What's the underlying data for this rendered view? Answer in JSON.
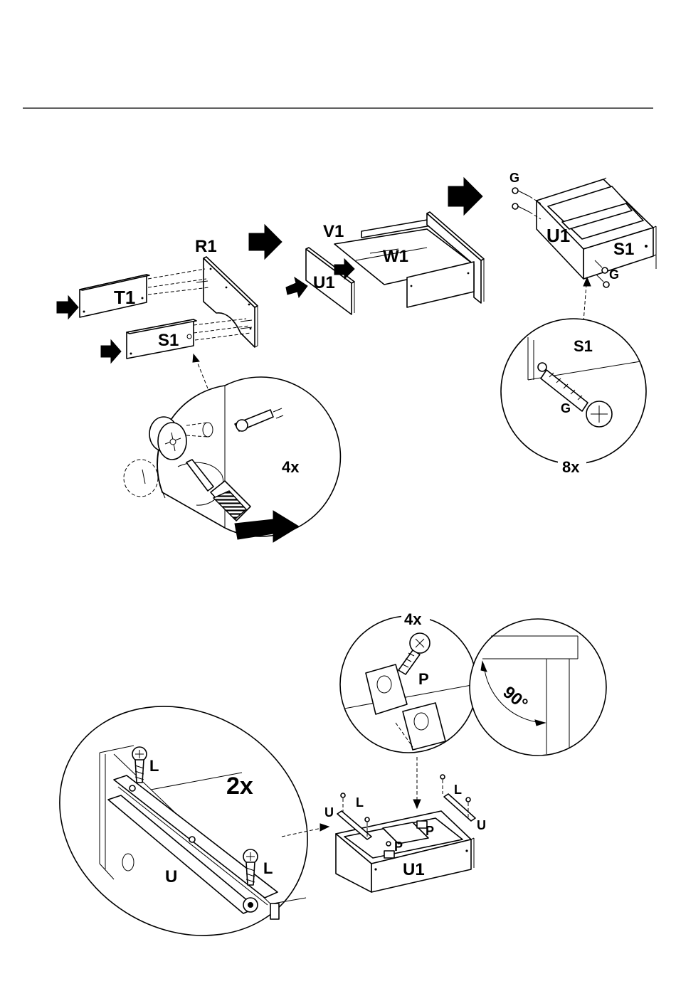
{
  "labels": {
    "r1": "R1",
    "t1": "T1",
    "s1_left": "S1",
    "count_4x_top": "4x",
    "v1": "V1",
    "w1": "W1",
    "u1_mid": "U1",
    "g_top": "G",
    "u1_right": "U1",
    "s1_right": "S1",
    "g_right": "G",
    "s1_detail": "S1",
    "g_detail": "G",
    "count_8x": "8x",
    "count_4x_bottom": "4x",
    "p_detail": "P",
    "angle_90": "90°",
    "l_detail_top": "L",
    "count_2x": "2x",
    "l_detail_bottom": "L",
    "u_detail": "U",
    "u_left": "U",
    "l_left": "L",
    "l_right": "L",
    "u_right": "U",
    "p_right": "P",
    "p_center": "P",
    "u1_drawer": "U1"
  },
  "colors": {
    "line": "#000000",
    "background": "#ffffff"
  }
}
